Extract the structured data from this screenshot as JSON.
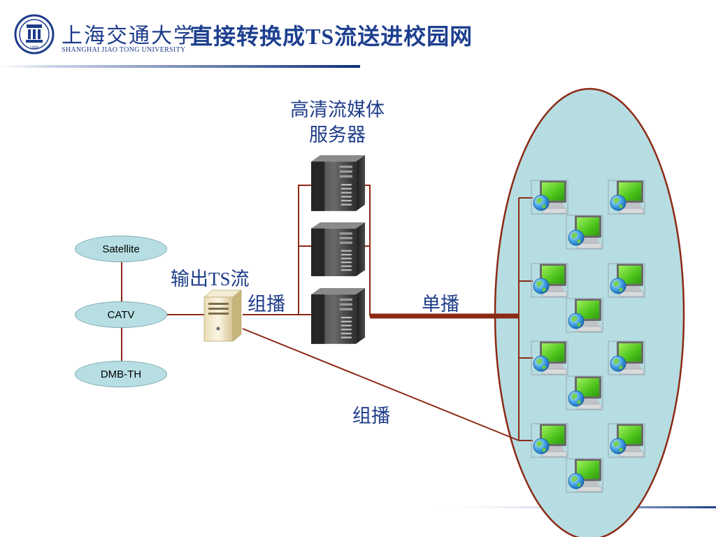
{
  "header": {
    "logo_cn": "上海交通大学",
    "logo_en": "SHANGHAI JIAO TONG UNIVERSITY",
    "logo_year": "1896",
    "title_pre": "直接转换成",
    "title_ts": "TS",
    "title_post": "流送进校园网"
  },
  "diagram": {
    "server_label_line1": "高清流媒体",
    "server_label_line2": "服务器",
    "output_label_pre": "输出",
    "output_label_ts": "TS",
    "output_label_post": "流",
    "multicast_label_1": "组播",
    "unicast_label": "单播",
    "multicast_label_2": "组播",
    "sources": [
      "Satellite",
      "CATV",
      "DMB-TH"
    ]
  },
  "colors": {
    "title": "#1d3f8f",
    "line": "#8b2a14",
    "campus_fill": "#b5dde2",
    "source_fill": "#b7dfe3",
    "monitor_screen": "#5fcf2b",
    "globe": "#2f8fd8"
  },
  "icons": {
    "logo": "university-seal-icon",
    "server": "tower-server-icon",
    "encoder": "encoder-box-icon",
    "client": "computer-globe-icon"
  }
}
